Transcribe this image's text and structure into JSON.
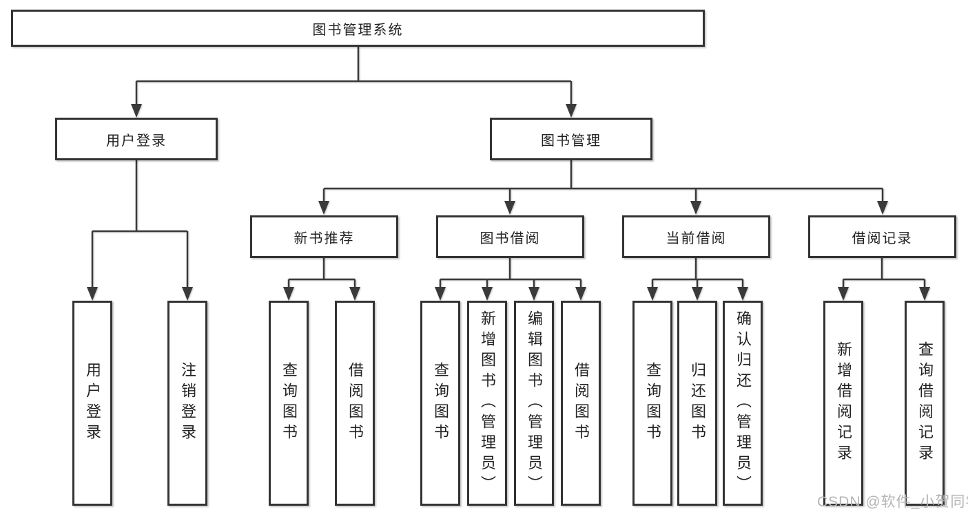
{
  "tree": {
    "label": "图书管理系统",
    "children": [
      {
        "label": "用户登录",
        "children": [
          {
            "label": "用户登录"
          },
          {
            "label": "注销登录"
          }
        ]
      },
      {
        "label": "图书管理",
        "children": [
          {
            "label": "新书推荐",
            "children": [
              {
                "label": "查询图书"
              },
              {
                "label": "借阅图书"
              }
            ]
          },
          {
            "label": "图书借阅",
            "children": [
              {
                "label": "查询图书"
              },
              {
                "label": "新增图书（管理员）"
              },
              {
                "label": "编辑图书（管理员）"
              },
              {
                "label": "借阅图书"
              }
            ]
          },
          {
            "label": "当前借阅",
            "children": [
              {
                "label": "查询图书"
              },
              {
                "label": "归还图书"
              },
              {
                "label": "确认归还（管理员）"
              }
            ]
          },
          {
            "label": "借阅记录",
            "children": [
              {
                "label": "新增借阅记录"
              },
              {
                "label": "查询借阅记录"
              }
            ]
          }
        ]
      }
    ]
  },
  "line_color": "#3a3a3a",
  "watermark": "CSDN @软件_小贺同学"
}
